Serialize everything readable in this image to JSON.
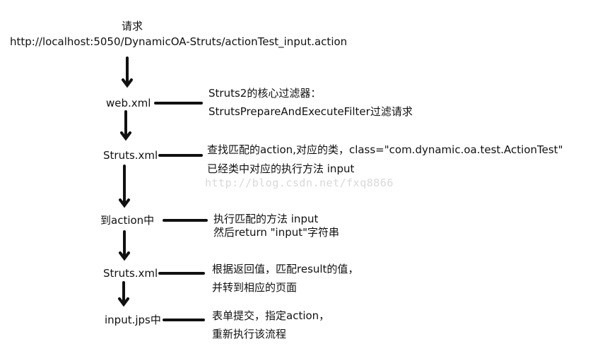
{
  "header": {
    "request_label": "请求",
    "url": "http://localhost:5050/DynamicOA-Struts/actionTest_input.action"
  },
  "steps": [
    {
      "node": "web.xml",
      "lines": [
        "Struts2的核心过滤器：",
        "StrutsPrepareAndExecuteFilter过滤请求"
      ]
    },
    {
      "node": "Struts.xml",
      "lines": [
        "查找匹配的action,对应的类，class=\"com.dynamic.oa.test.ActionTest\"",
        "已经类中对应的执行方法 input"
      ]
    },
    {
      "node": "到action中",
      "lines": [
        "执行匹配的方法 input",
        "然后return \"input\"字符串"
      ]
    },
    {
      "node": "Struts.xml",
      "lines": [
        "根据返回值，匹配result的值，",
        "并转到相应的页面"
      ]
    },
    {
      "node": "input.jps中",
      "lines": [
        "表单提交，指定action，",
        "重新执行该流程"
      ]
    }
  ],
  "watermark": "http://blog.csdn.net/fxq8866",
  "colors": {
    "ink": "#111111",
    "watermark": "#d9d9d9",
    "background": "#ffffff"
  }
}
